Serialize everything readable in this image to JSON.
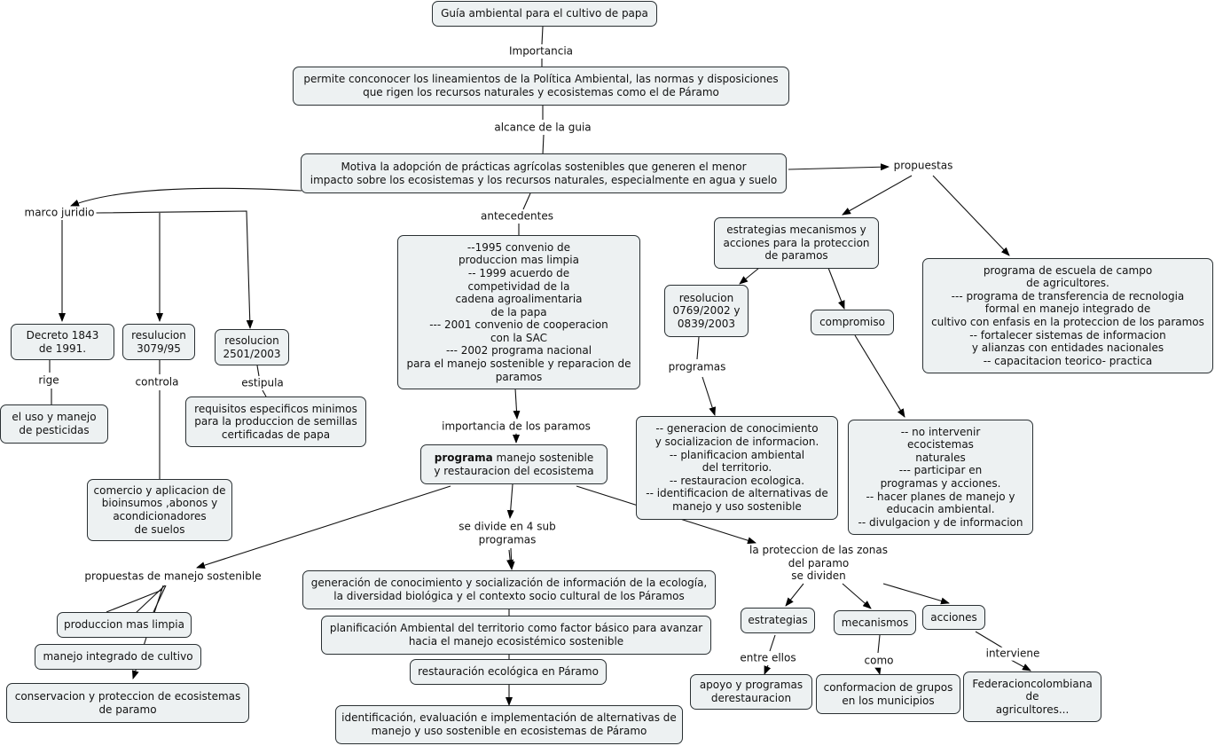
{
  "nodes": {
    "title": "Guía ambiental para el cultivo de papa",
    "permite": "permite  conconocer los lineamientos de la Política Ambiental, las normas y disposiciones\nque rigen los recursos naturales y ecosistemas como el de Páramo",
    "motiva": "Motiva la adopción de prácticas agrícolas sostenibles que generen el menor\nimpacto sobre los ecosistemas y los recursos naturales, especialmente en agua y suelo",
    "antecedentes_box": "--1995 convenio de\nproduccion mas limpia\n-- 1999 acuerdo de\ncompetividad de la\ncadena agroalimentaria\nde la papa\n--- 2001  convenio de cooperacion\ncon la SAC\n--- 2002 programa nacional\npara el manejo sostenible y reparacion de\nparamos",
    "programa_bold": "programa",
    "programa_rest": " manejo  sostenible\ny restauracion del ecosistema",
    "decreto": "Decreto 1843\nde 1991.",
    "resolucion3079": "resulucion\n3079/95",
    "resolucion2501": "resolucion\n2501/2003",
    "pesticidas": "el uso  y manejo\nde pesticidas",
    "comercio": "comercio y aplicacion de\nbioinsumos ,abonos  y\nacondicionadores\nde suelos",
    "requisitos": "requisitos especificos minimos\npara la produccion de semillas\ncertificadas de papa",
    "estrategias_mec": "estrategias mecanismos y\nacciones para  la proteccion\nde paramos",
    "escuela": "programa de escuela de campo\nde agricultores.\n--- programa de transferencia de recnologia\nformal en manejo integrado de\ncultivo con enfasis en la proteccion de los paramos\n-- fortalecer sistemas de informacion\ny alianzas con entidades nacionales\n-- capacitacion teorico- practica",
    "resolucion0769": "resolucion\n0769/2002 y\n0839/2003",
    "compromiso": "compromiso",
    "generacion_list": "-- generacion de conocimiento\ny socializacion de informacion.\n-- planificacion ambiental\ndel territorio.\n-- restauracion ecologica.\n-- identificacion de alternativas de\nmanejo y uso sostenible",
    "no_intervenir": "-- no intervenir\necocistemas\nnaturales\n--- participar en\nprogramas  y acciones.\n-- hacer planes de manejo y\neducacin ambiental.\n-- divulgacion y de informacion",
    "produccion_limpia": "produccion mas limpia",
    "manejo_integrado": "manejo integrado de cultivo",
    "conservacion": "conservacion  y proteccion de ecosistemas\nde paramo",
    "generacion_conoc": "generación de conocimiento y socialización de información de la ecología,\nla diversidad biológica y el contexto socio cultural de los Páramos",
    "planificacion": "planificación Ambiental del territorio como factor básico para avanzar\nhacia el manejo ecosistémico sostenible",
    "restauracion": "restauración ecológica en Páramo",
    "identificacion": "identificación, evaluación e implementación de alternativas de\nmanejo y uso sostenible en ecosistemas de Páramo",
    "estrategias": "estrategias",
    "mecanismos": "mecanismos",
    "acciones": "acciones",
    "apoyo": "apoyo y programas\nderestauracion",
    "conformacion": "conformacion de grupos\nen los municipios",
    "federacion": "Federacioncolombiana\nde\nagricultores..."
  },
  "labels": {
    "importancia": "Importancia",
    "alcance": "alcance  de la guia",
    "propuestas": "propuestas",
    "marco": "marco juridio",
    "antecedentes": "antecedentes",
    "importancia_paramos": "importancia de los paramos",
    "rige": "rige",
    "controla": "controla",
    "estipula": "estipula",
    "programas": "programas",
    "se_divide": "se divide en 4 sub\nprogramas",
    "proteccion_zonas": "la proteccion de las zonas\ndel paramo\nse dividen",
    "propuestas_manejo": "propuestas de manejo sostenible",
    "entre_ellos": "entre ellos",
    "como": "como",
    "interviene": "interviene"
  }
}
